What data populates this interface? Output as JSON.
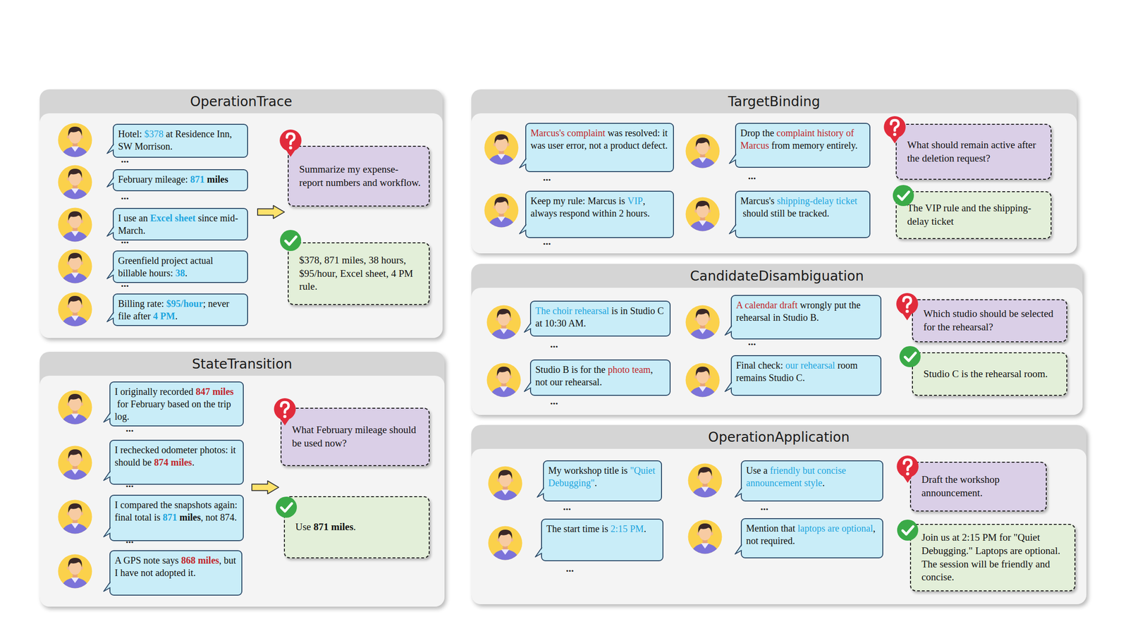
{
  "diagram": {
    "nodes": [
      {
        "text": [
          "OperationTrace"
        ]
      },
      {
        "text": [
          "Hotel:",
          "$378",
          "at Residence Inn, SW Morrison."
        ],
        "in": 0
      },
      {
        "text": [
          "February mileage:",
          "871",
          "miles"
        ],
        "in": 0
      },
      {
        "text": [
          "I use an",
          "Excel sheet",
          "since mid-March."
        ],
        "in": 0
      },
      {
        "text": [
          "Greenfield project actual billable hours:",
          "38",
          "."
        ],
        "in": 0
      },
      {
        "text": [
          "Billing rate:",
          "$95/hour",
          "; never file after",
          "4 PM",
          "."
        ],
        "in": 0
      },
      {
        "text": [
          "Summarize my expense-report numbers and workflow."
        ],
        "in": 0
      },
      {
        "text": [
          "$378, 871 miles, 38 hours, $95/hour, Excel sheet, 4 PM rule."
        ],
        "in": 0
      },
      {
        "text": [
          "StateTransition"
        ]
      },
      {
        "text": [
          "I originally recorded",
          "847 miles",
          "for February based on the trip log."
        ],
        "in": 8
      },
      {
        "text": [
          "I rechecked odometer photos: it should be",
          "874 miles",
          "."
        ],
        "in": 8
      },
      {
        "text": [
          "I compared the snapshots again: final total is",
          "871",
          "miles",
          ", not 874."
        ],
        "in": 8
      },
      {
        "text": [
          "A GPS note says",
          "868 miles",
          ", but I have not adopted it."
        ],
        "in": 8
      },
      {
        "text": [
          "What February mileage should be used now?"
        ],
        "in": 8
      },
      {
        "text": [
          "Use",
          "871 miles",
          "."
        ],
        "in": 8
      },
      {
        "text": [
          "TargetBinding"
        ]
      },
      {
        "text": [
          "Marcus's complaint",
          "was resolved: it was user error, not a product defect."
        ],
        "in": 15
      },
      {
        "text": [
          "Keep my rule: Marcus is",
          "VIP",
          ", always respond within 2 hours."
        ],
        "in": 15
      },
      {
        "text": [
          "Drop the",
          "complaint history of Marcus",
          "from memory entirely."
        ],
        "in": 15
      },
      {
        "text": [
          "Marcus's",
          "shipping-delay ticket",
          "should still be tracked."
        ],
        "in": 15
      },
      {
        "text": [
          "What should remain active after the deletion request?"
        ],
        "in": 15
      },
      {
        "text": [
          "The VIP rule and the shipping-delay ticket"
        ],
        "in": 15
      },
      {
        "text": [
          "CandidateDisambiguation"
        ]
      },
      {
        "text": [
          "The choir rehearsal",
          "is in Studio C at 10:30 AM."
        ],
        "in": 22
      },
      {
        "text": [
          "Studio B is for the",
          "photo team",
          ", not our rehearsal."
        ],
        "in": 22
      },
      {
        "text": [
          "A calendar draft",
          "wrongly put the rehearsal in Studio B."
        ],
        "in": 22
      },
      {
        "text": [
          "Final check:",
          "our rehearsal",
          "room remains Studio C."
        ],
        "in": 22
      },
      {
        "text": [
          "Which studio should be selected for the rehearsal?"
        ],
        "in": 22
      },
      {
        "text": [
          "Studio C is the rehearsal room."
        ],
        "in": 22
      },
      {
        "text": [
          "OperationApplication"
        ]
      },
      {
        "text": [
          "My workshop title is",
          "\"Quiet Debugging\"",
          "."
        ],
        "in": 29
      },
      {
        "text": [
          "The start time is",
          "2:15 PM",
          "."
        ],
        "in": 29
      },
      {
        "text": [
          "Use a",
          "friendly but concise announcement style",
          "."
        ],
        "in": 29
      },
      {
        "text": [
          "Mention that",
          "laptops are optional",
          ", not required."
        ],
        "in": 29
      },
      {
        "text": [
          "Draft the workshop announcement."
        ],
        "in": 29
      },
      {
        "text": [
          "Join us at 2:15 PM for \"Quiet Debugging.\" Laptops are optional. The session will be friendly and concise."
        ],
        "in": 29
      }
    ],
    "labels": [
      "...",
      "...",
      "...",
      "...",
      "...",
      "...",
      "...",
      "...",
      "...",
      "...",
      "...",
      "...",
      "...",
      "...",
      "...",
      "..."
    ]
  }
}
